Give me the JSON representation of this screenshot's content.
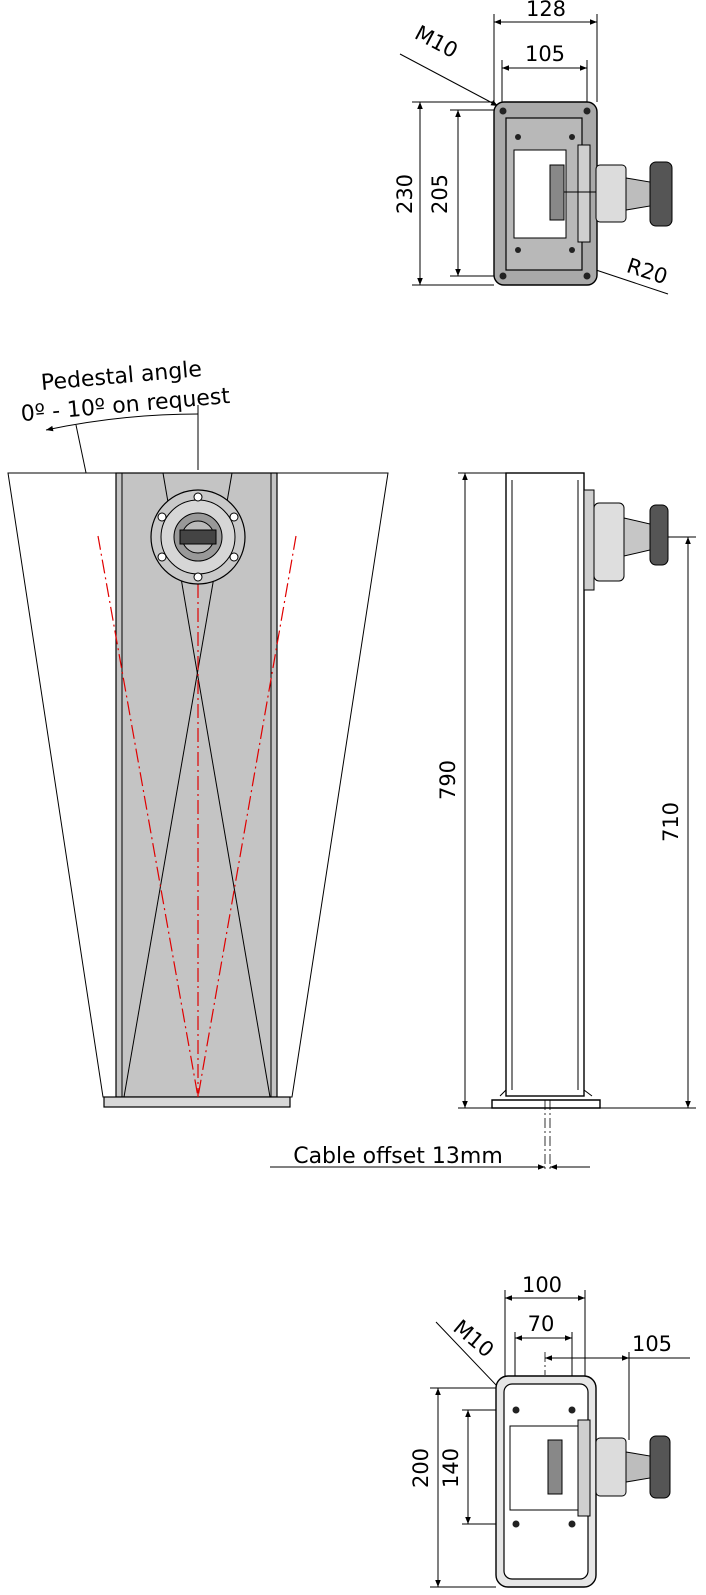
{
  "colors": {
    "line": "#000000",
    "plate": "#a9a9a9",
    "panel": "#c4c4c4",
    "centerline": "#e00000"
  },
  "top_view": {
    "width_outer": "128",
    "width_inner": "105",
    "thread": "M10",
    "height_outer": "230",
    "height_inner": "205",
    "radius": "R20"
  },
  "front_view": {
    "angle_label_line1": "Pedestal angle",
    "angle_label_line2": "0º - 10º on request"
  },
  "side_view": {
    "total_height": "790",
    "mount_height": "710",
    "cable_offset": "Cable offset 13mm"
  },
  "bottom_view": {
    "width_outer": "100",
    "width_inner": "70",
    "offset": "105",
    "thread": "M10",
    "height_outer": "200",
    "height_inner": "140"
  }
}
